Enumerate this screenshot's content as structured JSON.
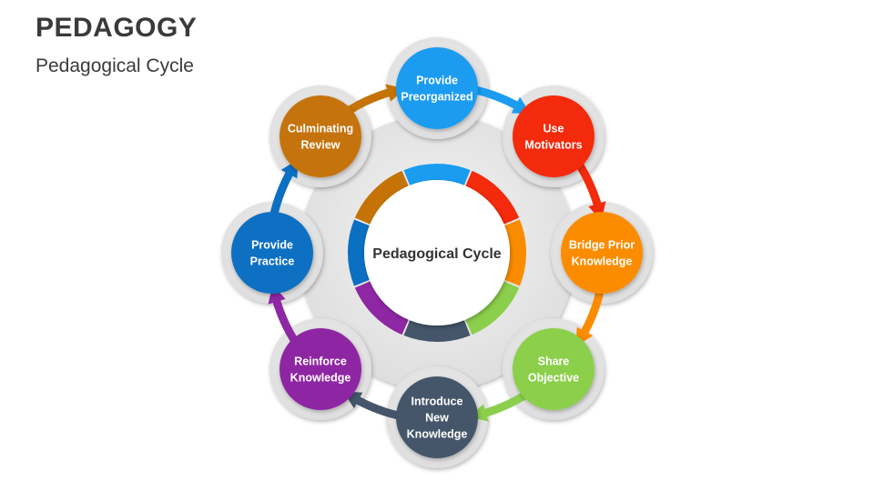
{
  "header": {
    "title": "PEDAGOGY",
    "subtitle": "Pedagogical Cycle"
  },
  "diagram": {
    "center_label": "Pedagogical Cycle",
    "nodes": [
      {
        "lines": [
          "Provide",
          "Preorganized"
        ],
        "color": "#1a9cf0"
      },
      {
        "lines": [
          "Use",
          "Motivators"
        ],
        "color": "#f42a0c"
      },
      {
        "lines": [
          "Bridge Prior",
          "Knowledge"
        ],
        "color": "#fb8c00"
      },
      {
        "lines": [
          "Share",
          "Objective"
        ],
        "color": "#8ccf4c"
      },
      {
        "lines": [
          "Introduce",
          "New",
          "Knowledge"
        ],
        "color": "#45566a"
      },
      {
        "lines": [
          "Reinforce",
          "Knowledge"
        ],
        "color": "#8e27a3"
      },
      {
        "lines": [
          "Provide",
          "Practice"
        ],
        "color": "#0b6fc2"
      },
      {
        "lines": [
          "Culminating",
          "Review"
        ],
        "color": "#c57307"
      }
    ]
  }
}
